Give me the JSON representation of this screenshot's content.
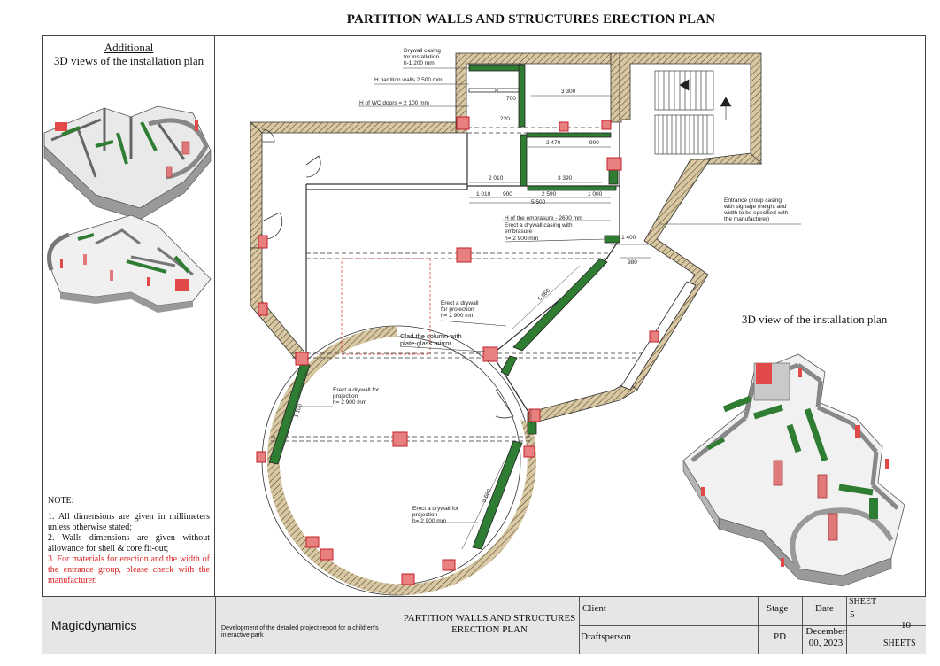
{
  "title": "PARTITION WALLS AND STRUCTURES ERECTION PLAN",
  "left_panel": {
    "title_underlined": "Additional",
    "title": "3D views of the installation plan"
  },
  "note": {
    "heading": "NOTE:",
    "item1": "1. All dimensions are given in millimeters unless otherwise stated;",
    "item2": "2. Walls dimensions are given without allowance for shell & core fit-out;",
    "item3": "3. For materials for erection and the width of the entrance group, please check with the manufacturer."
  },
  "view3d_title": "3D view of the installation plan",
  "annotations": {
    "casing1": "Drywall casing",
    "casing2": "for installation",
    "casing3": "h-1 200 mm",
    "h_partition": "H partition walls 2 500 mm",
    "h_wc": "H of WC doors = 2 100 mm",
    "embrasure_h": "H of the embrasure - 2600 mm",
    "embrasure1": "Erect a drywall casing with",
    "embrasure2": "embrasure",
    "embrasure3": "h= 2 900 mm",
    "entrance1": "Entrance group casing",
    "entrance2": "with signage (height and",
    "entrance3": "width to be specified with",
    "entrance4": "the manufacturer)",
    "proj_a1": "Erect a drywall",
    "proj_a2": "for projection",
    "proj_a3": "h= 2 900 mm",
    "column1": "Clad the column with",
    "column2": "plate-glass mirror",
    "proj_b1": "Erect a drywall for",
    "proj_b2": "projection",
    "proj_b3": "h= 2 900 mm",
    "proj_c1": "Erect a drywall for",
    "proj_c2": "projection",
    "proj_c3": "h= 2 900 mm"
  },
  "dimensions": {
    "d3300": "3 300",
    "d2470": "2 470",
    "d900a": "900",
    "d2010": "2 010",
    "d3390": "3 390",
    "d1010": "1 010",
    "d900b": "900",
    "d2590": "2 590",
    "d1000": "1 000",
    "d5500": "5 500",
    "d1400": "1 400",
    "d980": "980",
    "d700": "700",
    "d220": "220",
    "d5660a": "5 660",
    "d5660b": "5 660",
    "d1100": "1 100"
  },
  "title_block": {
    "company": "Magicdynamics",
    "project": "Development of the detailed project report for a children's interactive park",
    "drawing_title": "PARTITION WALLS AND STRUCTURES ERECTION PLAN",
    "client_label": "Client",
    "draftsperson_label": "Draftsperson",
    "stage_label": "Stage",
    "stage_value": "PD",
    "date_label": "Date",
    "date_value": "December 00, 2023",
    "sheet_label": "SHEET",
    "sheet_value": "5",
    "sheets_value": "10",
    "sheets_label": "SHEETS"
  },
  "colors": {
    "wall_hatch": "#c8b48a",
    "partition": "#2f7d32",
    "marker": "#e23a3a"
  }
}
